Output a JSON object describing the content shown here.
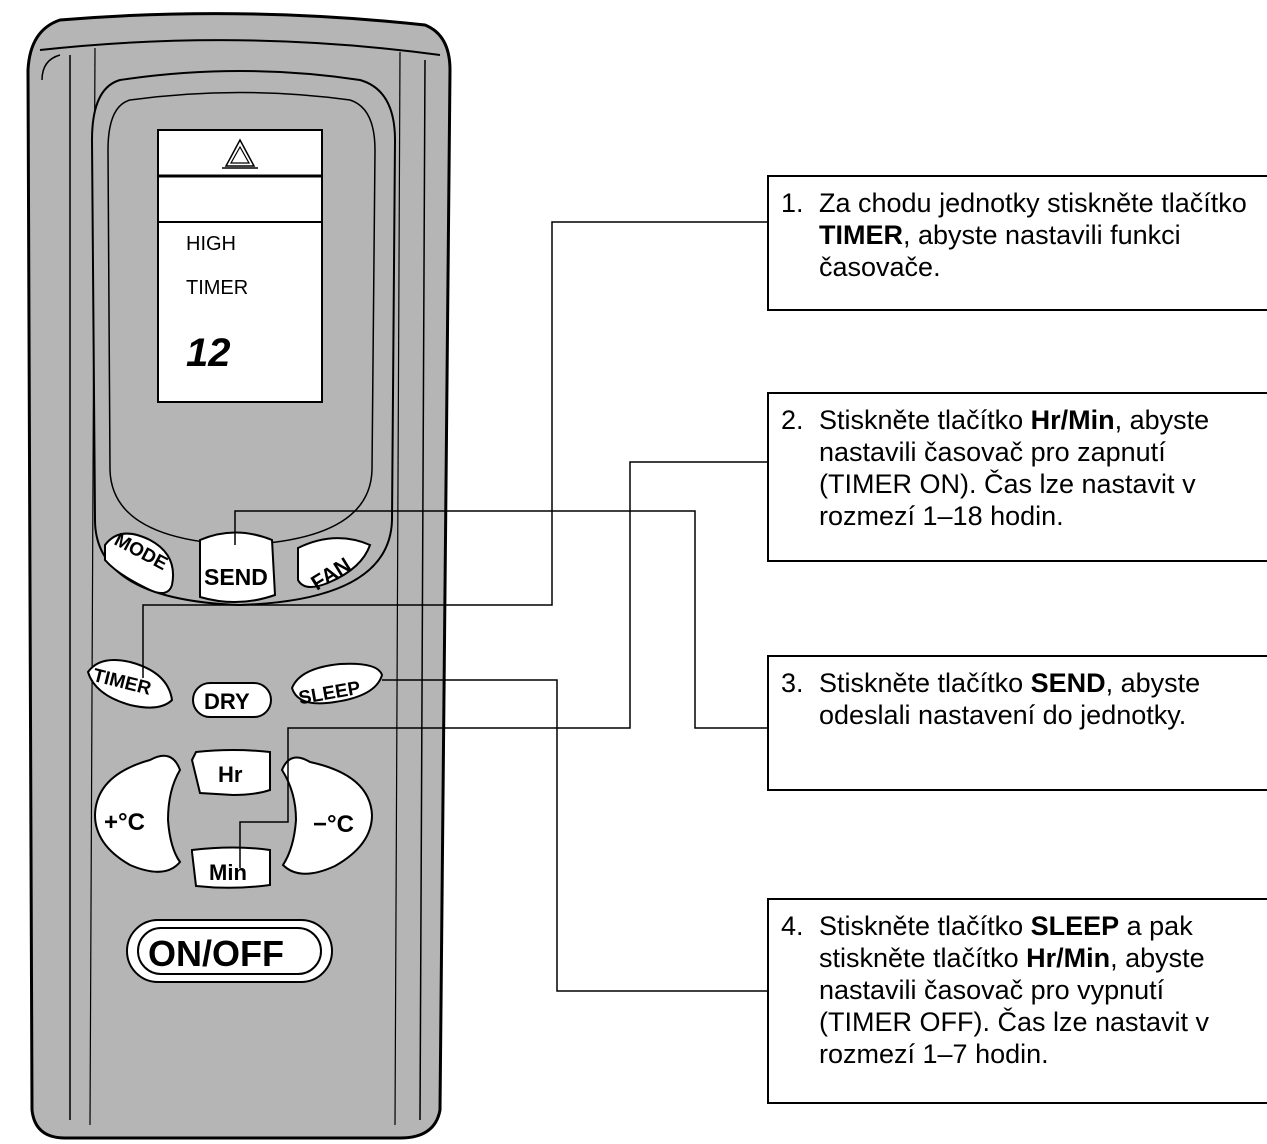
{
  "lcd": {
    "mode_line": "HIGH",
    "timer_line": "TIMER",
    "digits": "12"
  },
  "buttons": {
    "mode": "MODE",
    "send": "SEND",
    "fan": "FAN",
    "timer": "TIMER",
    "dry": "DRY",
    "sleep": "SLEEP",
    "hr": "Hr",
    "min": "Min",
    "temp_up": "+°C",
    "temp_down": "−°C",
    "onoff": "ON/OFF"
  },
  "steps": [
    {
      "number": "1.",
      "parts": [
        "Za chodu jednotky stiskněte tlačítko ",
        "TIMER",
        ", abyste nastavili funkci časovače."
      ]
    },
    {
      "number": "2.",
      "parts": [
        "Stiskněte tlačítko ",
        "Hr/Min",
        ", abyste nastavili časovač pro zapnutí (TIMER ON). Čas lze nastavit v rozmezí 1–18 hodin."
      ]
    },
    {
      "number": "3.",
      "parts": [
        "Stiskněte tlačítko ",
        "SEND",
        ", abyste odeslali nastavení do jednotky."
      ]
    },
    {
      "number": "4.",
      "parts": [
        "Stiskněte tlačítko ",
        "SLEEP",
        " a pak stiskněte tlačítko ",
        "Hr/Min",
        ", abyste nastavili časovač pro vypnutí (TIMER OFF). Čas lze nastavit v rozmezí 1–7 hodin."
      ]
    }
  ]
}
